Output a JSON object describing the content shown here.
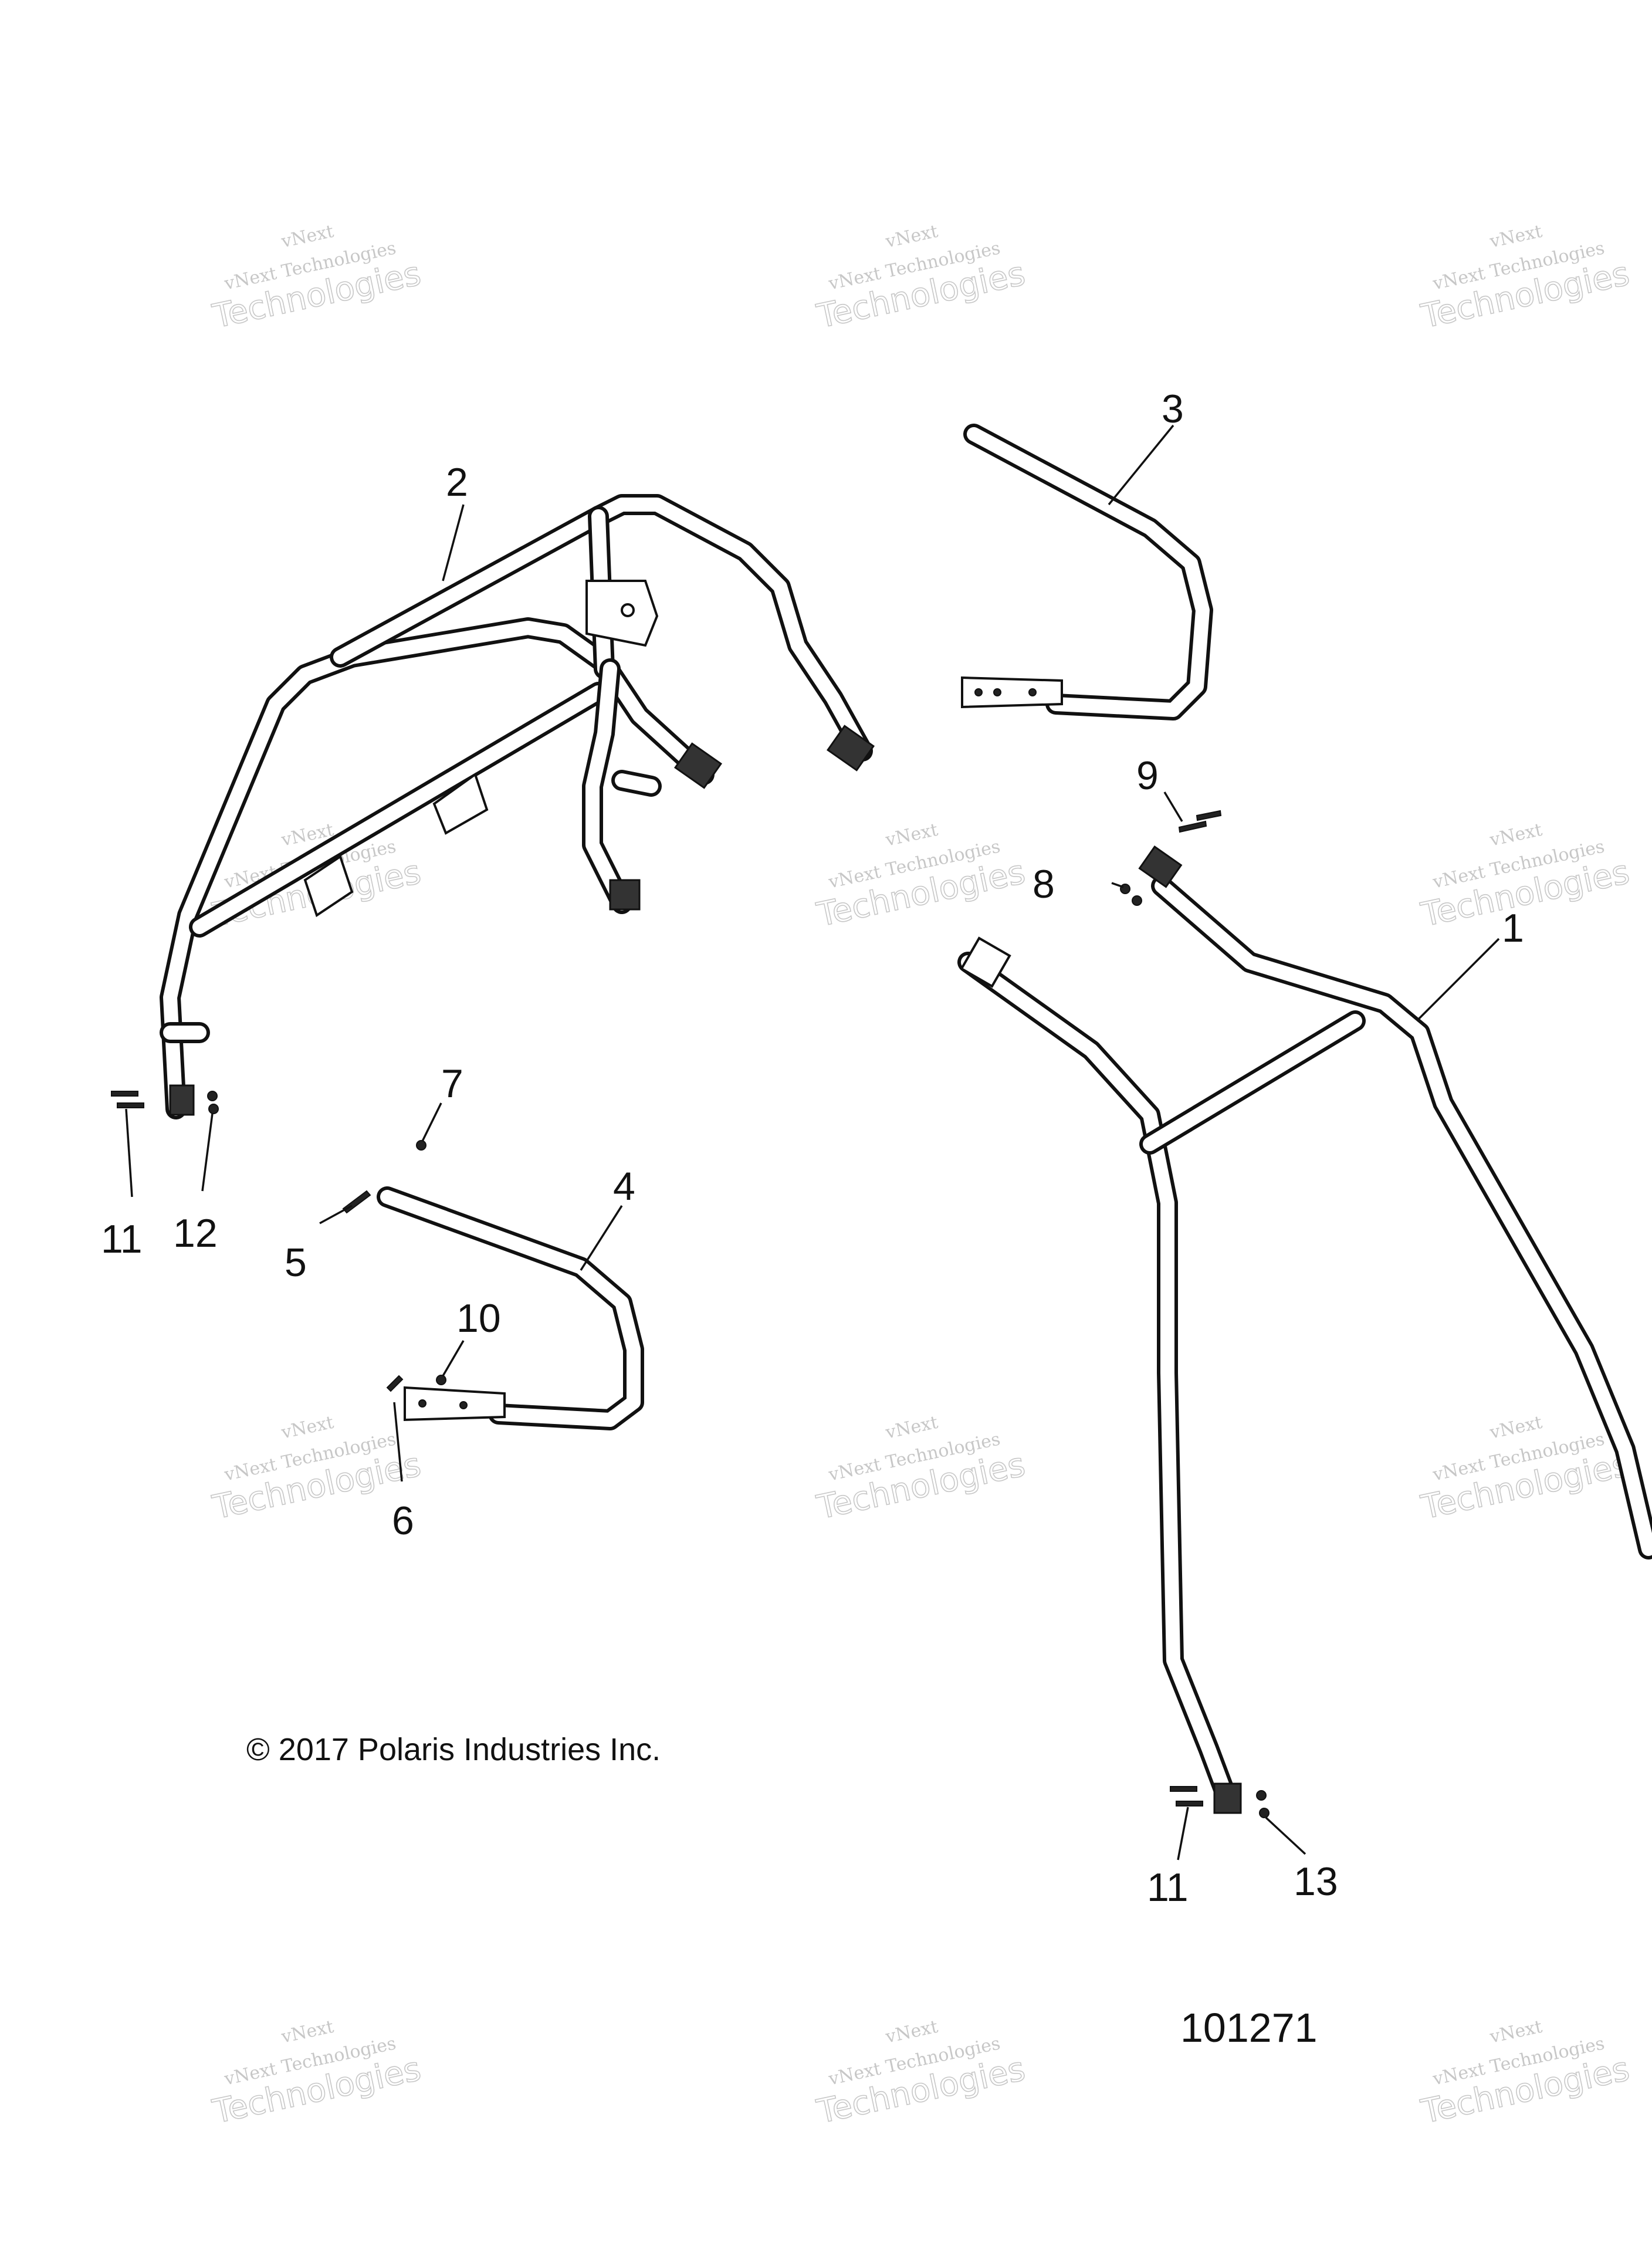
{
  "watermark": {
    "line1": "vNext",
    "line2": "vNext Technologies",
    "line3": "Technologies"
  },
  "callouts": {
    "c1": "1",
    "c2": "2",
    "c3": "3",
    "c4": "4",
    "c5": "5",
    "c6": "6",
    "c7": "7",
    "c8": "8",
    "c9": "9",
    "c10": "10",
    "c11a": "11",
    "c11b": "11",
    "c12": "12",
    "c13": "13"
  },
  "copyright": "© 2017 Polaris Industries Inc.",
  "figure_id": "101271"
}
